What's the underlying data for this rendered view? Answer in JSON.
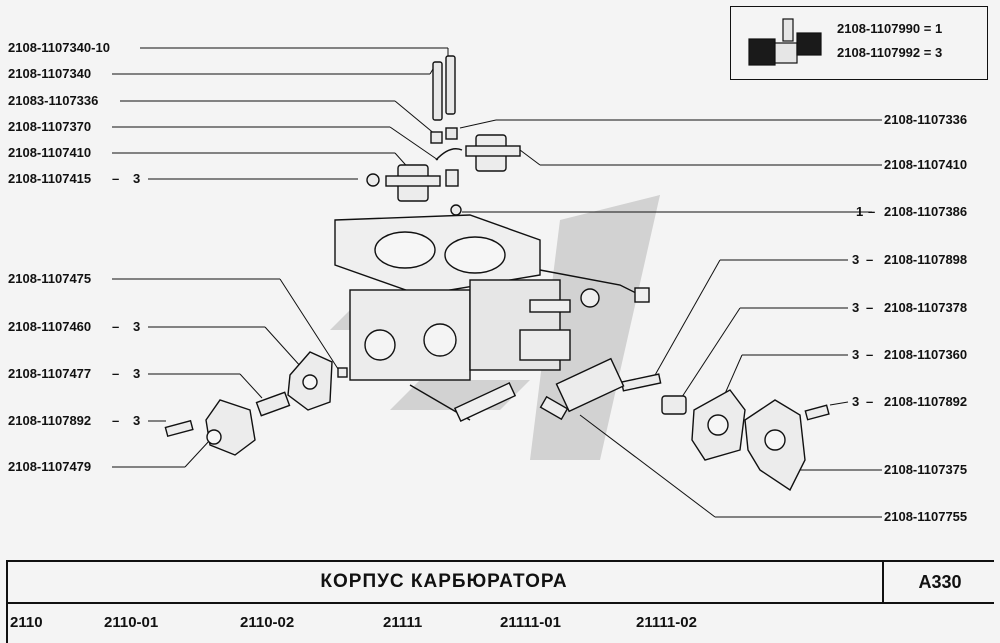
{
  "labels_left": [
    {
      "part": "2108-1107340-10",
      "qty": ""
    },
    {
      "part": "2108-1107340",
      "qty": ""
    },
    {
      "part": "21083-1107336",
      "qty": ""
    },
    {
      "part": "2108-1107370",
      "qty": ""
    },
    {
      "part": "2108-1107410",
      "qty": ""
    },
    {
      "part": "2108-1107415",
      "qty": "3"
    },
    {
      "part": "2108-1107475",
      "qty": ""
    },
    {
      "part": "2108-1107460",
      "qty": "3"
    },
    {
      "part": "2108-1107477",
      "qty": "3"
    },
    {
      "part": "2108-1107892",
      "qty": "3"
    },
    {
      "part": "2108-1107479",
      "qty": ""
    }
  ],
  "labels_right": [
    {
      "part": "2108-1107336",
      "qty": ""
    },
    {
      "part": "2108-1107410",
      "qty": ""
    },
    {
      "part": "2108-1107386",
      "qty": "1"
    },
    {
      "part": "2108-1107898",
      "qty": "3"
    },
    {
      "part": "2108-1107378",
      "qty": "3"
    },
    {
      "part": "2108-1107360",
      "qty": "3"
    },
    {
      "part": "2108-1107892",
      "qty": "3"
    },
    {
      "part": "2108-1107375",
      "qty": ""
    },
    {
      "part": "2108-1107755",
      "qty": ""
    }
  ],
  "inset": {
    "rows": [
      "2108-1107990  =  1",
      "2108-1107992  =  3"
    ]
  },
  "title": "КОРПУС  КАРБЮРАТОРА",
  "code": "A330",
  "models": [
    "2110",
    "2110-01",
    "2110-02",
    "21111",
    "21111-01",
    "21111-02"
  ],
  "colors": {
    "ink": "#111111",
    "watermark": "#cfcfcf",
    "paper": "#f4f4f4"
  }
}
